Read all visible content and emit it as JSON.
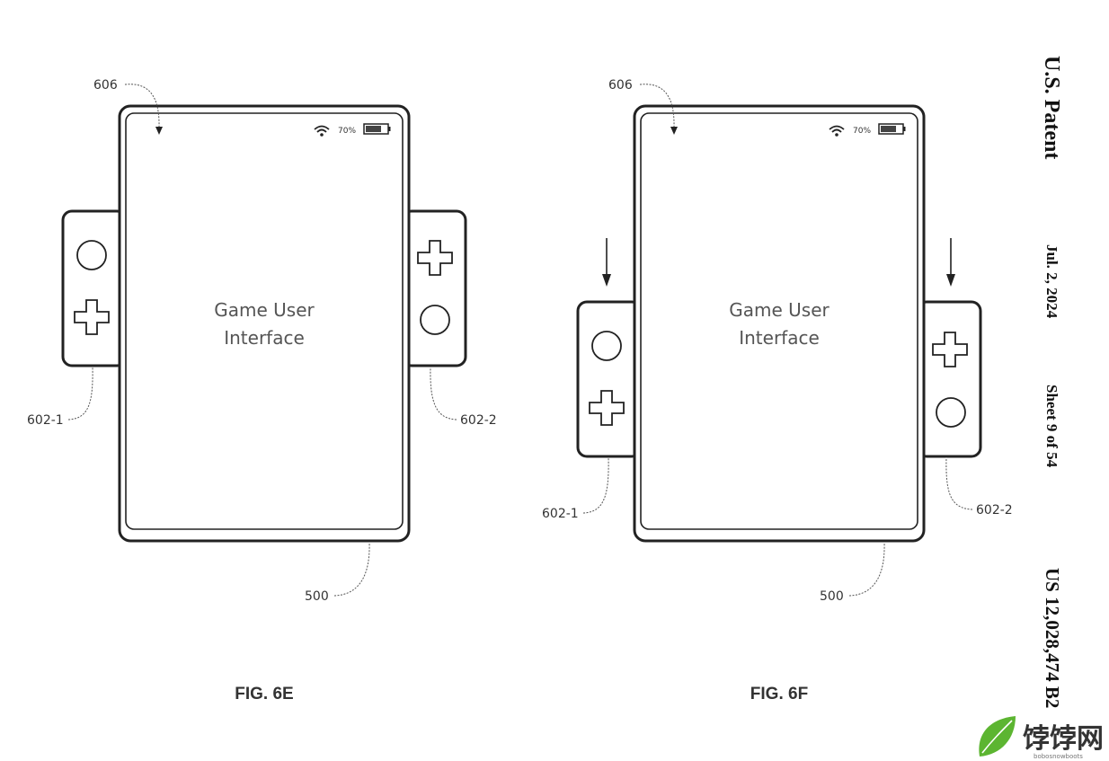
{
  "header": {
    "title": "U.S. Patent",
    "date": "Jul. 2, 2024",
    "sheet": "Sheet 9 of 54",
    "patent_number": "US 12,028,474 B2"
  },
  "figures": [
    {
      "label": "FIG. 6E",
      "screen_text_line1": "Game User",
      "screen_text_line2": "Interface",
      "battery": "70%",
      "refs": {
        "screen": "606",
        "left_controller": "602-1",
        "right_controller": "602-2",
        "device": "500"
      }
    },
    {
      "label": "FIG. 6F",
      "screen_text_line1": "Game User",
      "screen_text_line2": "Interface",
      "battery": "70%",
      "refs": {
        "screen": "606",
        "left_controller": "602-1",
        "right_controller": "602-2",
        "device": "500"
      }
    }
  ],
  "watermark": {
    "name": "饽饽网",
    "sub": "bobosnowboots"
  }
}
